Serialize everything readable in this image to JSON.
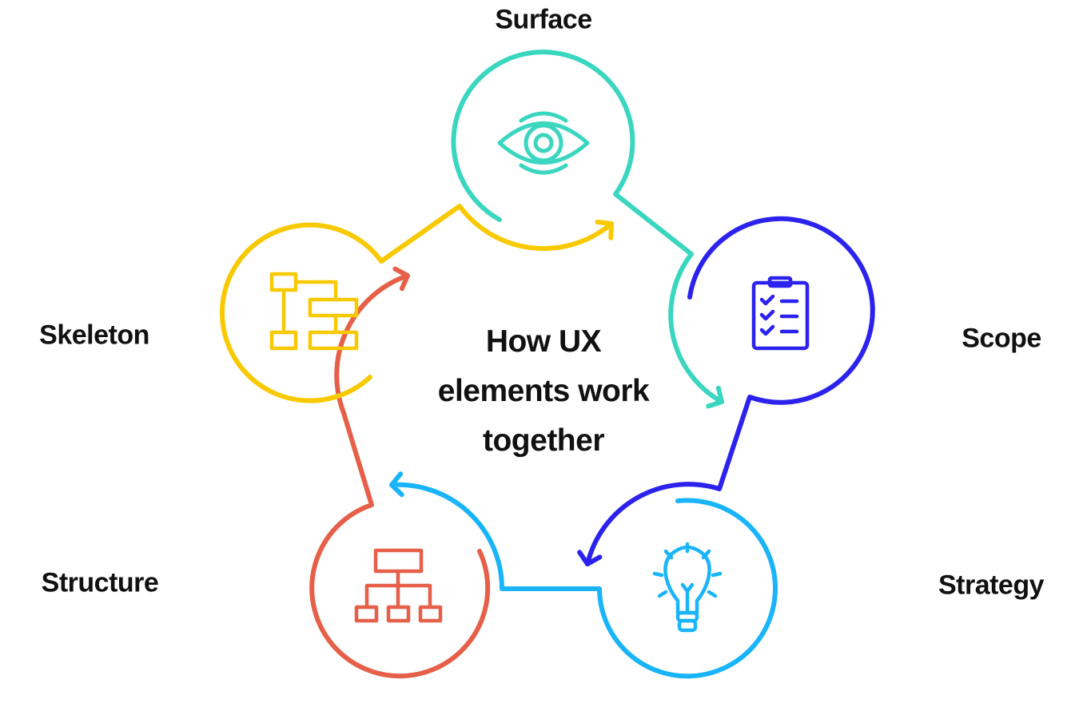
{
  "title_lines": [
    "How UX",
    "elements work",
    "together"
  ],
  "stages": [
    {
      "label": "Surface",
      "icon": "eye-icon",
      "color": "#3AD6C0"
    },
    {
      "label": "Scope",
      "icon": "clipboard-checklist-icon",
      "color": "#2B22EE"
    },
    {
      "label": "Strategy",
      "icon": "lightbulb-icon",
      "color": "#1AB4FA"
    },
    {
      "label": "Structure",
      "icon": "hierarchy-icon",
      "color": "#E65F48"
    },
    {
      "label": "Skeleton",
      "icon": "wireframe-icon",
      "color": "#F9C900"
    }
  ]
}
